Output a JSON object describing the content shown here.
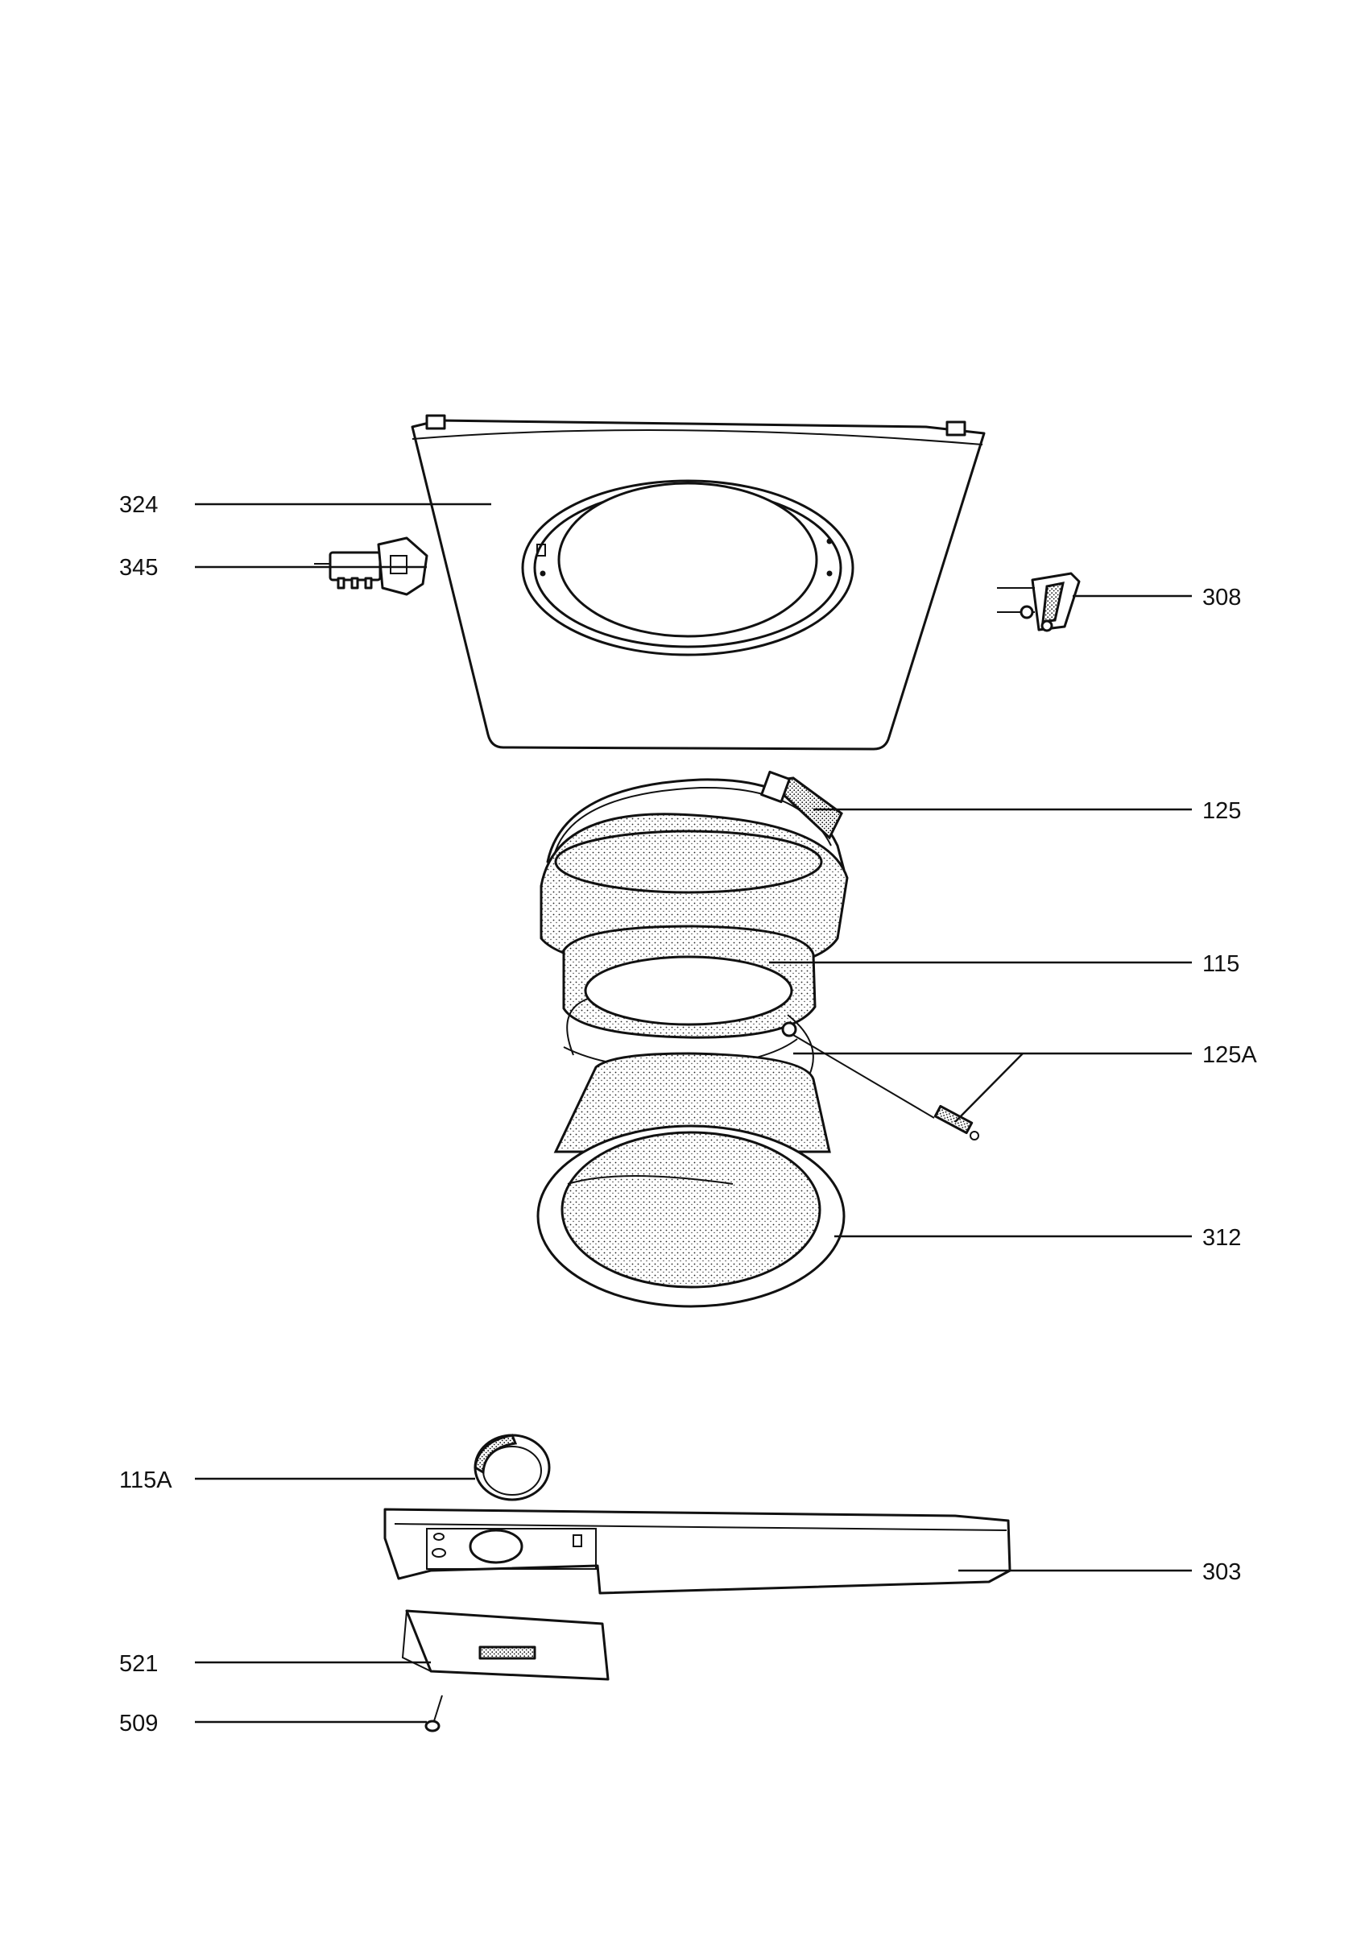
{
  "diagram": {
    "parts": [
      {
        "id": "p324",
        "label": "324"
      },
      {
        "id": "p345",
        "label": "345"
      },
      {
        "id": "p308",
        "label": "308"
      },
      {
        "id": "p125",
        "label": "125"
      },
      {
        "id": "p115",
        "label": "115"
      },
      {
        "id": "p125A",
        "label": "125A"
      },
      {
        "id": "p312",
        "label": "312"
      },
      {
        "id": "p115A",
        "label": "115A"
      },
      {
        "id": "p303",
        "label": "303"
      },
      {
        "id": "p521",
        "label": "521"
      },
      {
        "id": "p509",
        "label": "509"
      }
    ]
  }
}
